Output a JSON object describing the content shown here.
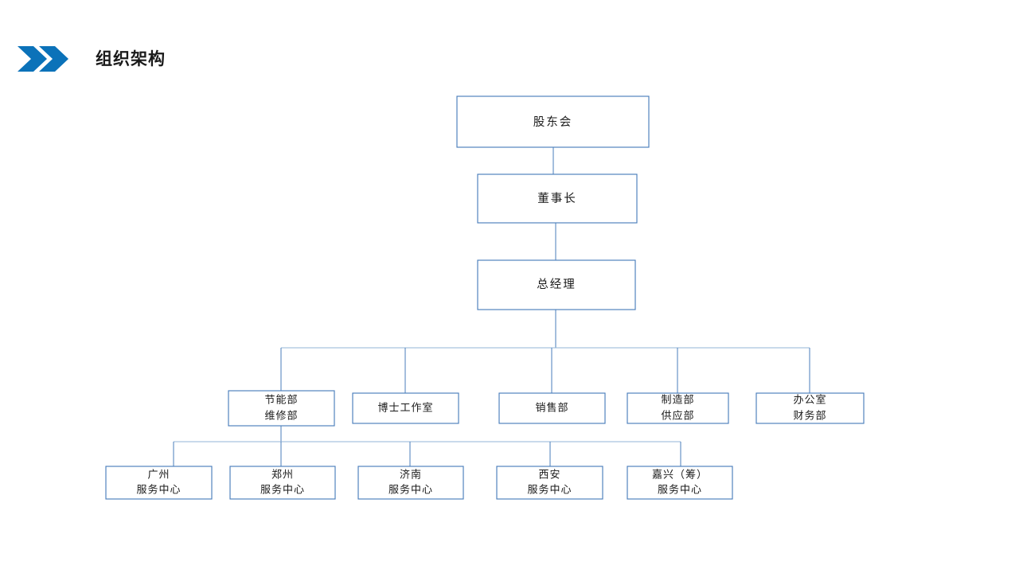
{
  "slide": {
    "background_color": "#ffffff",
    "title": "组织架构",
    "accent_color": "#0b72b9",
    "box_border_color": "#4a7ebb",
    "connector_color": "#4a7ebb",
    "icon": "double-chevron-right-icon"
  },
  "chart_data": {
    "type": "diagram",
    "subtype": "org-chart",
    "title": "组织架构",
    "levels": [
      {
        "level": 1,
        "nodes": [
          "股东会"
        ]
      },
      {
        "level": 2,
        "nodes": [
          "董事长"
        ]
      },
      {
        "level": 3,
        "nodes": [
          "总经理"
        ]
      },
      {
        "level": 4,
        "nodes": [
          "节能部\n维修部",
          "博士工作室",
          "销售部",
          "制造部\n供应部",
          "办公室\n财务部"
        ]
      },
      {
        "level": 5,
        "nodes": [
          "广州\n服务中心",
          "郑州\n服务中心",
          "济南\n服务中心",
          "西安\n服务中心",
          "嘉兴（筹）\n服务中心"
        ]
      }
    ],
    "edges": [
      {
        "from": "股东会",
        "to": "董事长"
      },
      {
        "from": "董事长",
        "to": "总经理"
      },
      {
        "from": "总经理",
        "to": "节能部/维修部"
      },
      {
        "from": "总经理",
        "to": "博士工作室"
      },
      {
        "from": "总经理",
        "to": "销售部"
      },
      {
        "from": "总经理",
        "to": "制造部/供应部"
      },
      {
        "from": "总经理",
        "to": "办公室/财务部"
      },
      {
        "from": "节能部/维修部",
        "to": "广州服务中心"
      },
      {
        "from": "节能部/维修部",
        "to": "郑州服务中心"
      },
      {
        "from": "节能部/维修部",
        "to": "济南服务中心"
      },
      {
        "from": "节能部/维修部",
        "to": "西安服务中心"
      },
      {
        "from": "节能部/维修部",
        "to": "嘉兴（筹）服务中心"
      }
    ]
  },
  "nodes": {
    "shareholders": {
      "line1": "股东会"
    },
    "chairman": {
      "line1": "董事长"
    },
    "general_manager": {
      "line1": "总经理"
    },
    "dept_energy": {
      "line1": "节能部",
      "line2": "维修部"
    },
    "dept_doctor_studio": {
      "line1": "博士工作室"
    },
    "dept_sales": {
      "line1": "销售部"
    },
    "dept_manufacturing": {
      "line1": "制造部",
      "line2": "供应部"
    },
    "dept_office": {
      "line1": "办公室",
      "line2": "财务部"
    },
    "sc_guangzhou": {
      "line1": "广州",
      "line2": "服务中心"
    },
    "sc_zhengzhou": {
      "line1": "郑州",
      "line2": "服务中心"
    },
    "sc_jinan": {
      "line1": "济南",
      "line2": "服务中心"
    },
    "sc_xian": {
      "line1": "西安",
      "line2": "服务中心"
    },
    "sc_jiaxing": {
      "line1": "嘉兴（筹）",
      "line2": "服务中心"
    }
  }
}
